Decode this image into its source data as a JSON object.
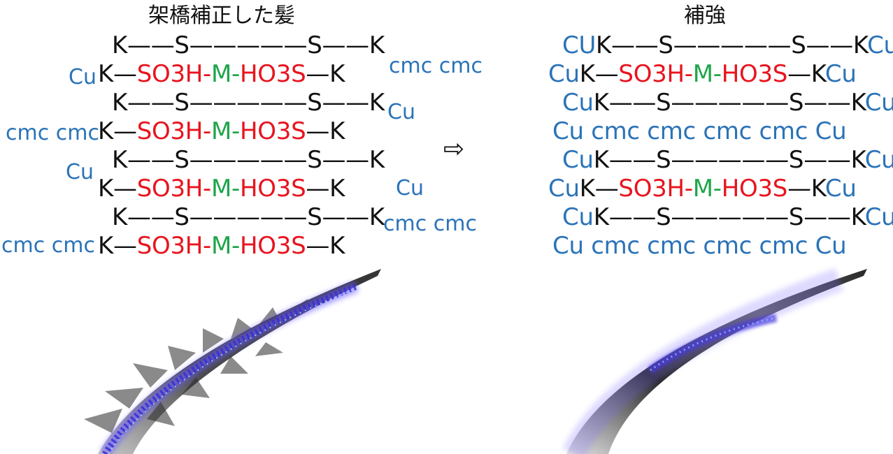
{
  "colors": {
    "text": "#111111",
    "acid": "#e8141e",
    "link": "#1ea54a",
    "cu": "#2a73b8",
    "hair_dark": "#1a1a1a",
    "hair_glow": "#6a5cff"
  },
  "left": {
    "title": "架橋補正した髪",
    "rows": [
      {
        "pre": "",
        "k1": "K",
        "s1": "——S——",
        "mid": "———",
        "s2": "S——",
        "k2": "K",
        "post": ""
      },
      {
        "pre": "",
        "k1": "K—",
        "a": "SO3H-",
        "m": "M-",
        "b": "HO3S",
        "k2": "—K",
        "post": ""
      },
      {
        "pre": "",
        "k1": "K",
        "s1": "——S——",
        "mid": "———",
        "s2": "S——",
        "k2": "K",
        "post": ""
      },
      {
        "pre": "",
        "k1": "K—",
        "a": "SO3H-",
        "m": "M-",
        "b": "HO3S",
        "k2": "—K",
        "post": ""
      },
      {
        "pre": "",
        "k1": "K",
        "s1": "——S——",
        "mid": "———",
        "s2": "S——",
        "k2": "K",
        "post": ""
      },
      {
        "pre": "",
        "k1": "K—",
        "a": "SO3H-",
        "m": "M-",
        "b": "HO3S",
        "k2": "—K",
        "post": ""
      },
      {
        "pre": "",
        "k1": "K",
        "s1": "——S——",
        "mid": "———",
        "s2": "S——",
        "k2": "K",
        "post": ""
      },
      {
        "pre": "",
        "k1": "K—",
        "a": "SO3H-",
        "m": "M-",
        "b": "HO3S",
        "k2": "—K",
        "post": ""
      }
    ],
    "side_labels": [
      "Cu",
      "cmc cmc",
      "Cu",
      "cmc cmc",
      "Cu",
      "Cu",
      "cmc cmc",
      "cmc cmc"
    ]
  },
  "arrow": "⇨",
  "right": {
    "title": "補強",
    "rows": [
      {
        "pre": "CU",
        "k1": "K",
        "s1": "——S——",
        "mid": "———",
        "s2": "S——",
        "k2": "K",
        "post": "Cu"
      },
      {
        "pre": "Cu",
        "k1": "K—",
        "a": "SO3H-",
        "m": "M-",
        "b": "HO3S",
        "k2": "—K",
        "post": "Cu"
      },
      {
        "pre": "Cu",
        "k1": "K",
        "s1": "——S——",
        "mid": "———",
        "s2": "S——",
        "k2": "K",
        "post": "Cu"
      },
      {
        "full": "Cu cmc cmc cmc cmc Cu"
      },
      {
        "pre": "Cu",
        "k1": "K",
        "s1": "——S——",
        "mid": "———",
        "s2": "S——",
        "k2": "K",
        "post": "Cu"
      },
      {
        "pre": "Cu",
        "k1": "K—",
        "a": "SO3H-",
        "m": "M-",
        "b": "HO3S",
        "k2": "—K",
        "post": "Cu"
      },
      {
        "pre": "Cu",
        "k1": "K",
        "s1": "——S——",
        "mid": "———",
        "s2": "S——",
        "k2": "K",
        "post": "Cu"
      },
      {
        "full": "Cu cmc cmc cmc cmc Cu"
      }
    ]
  }
}
